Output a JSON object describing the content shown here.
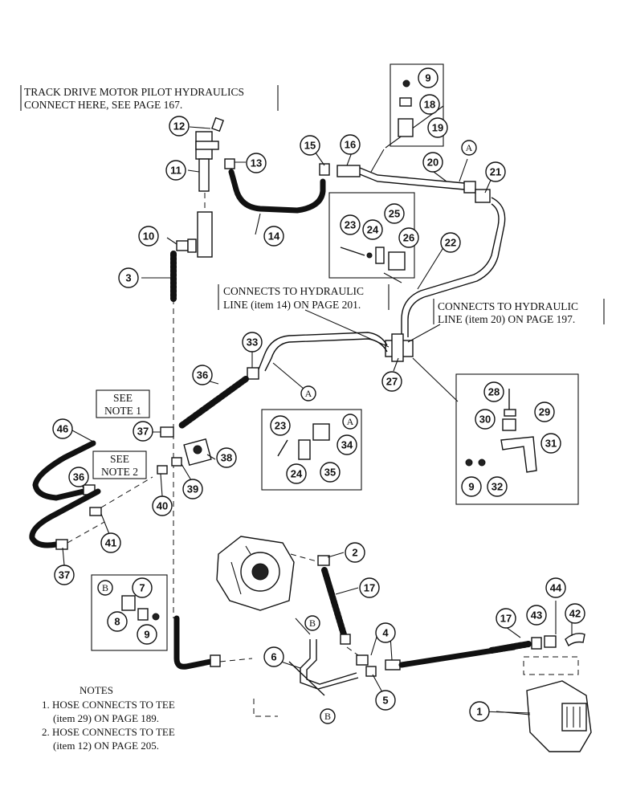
{
  "callouts": [
    {
      "id": "c9a",
      "text": "9"
    },
    {
      "id": "c18",
      "text": "18"
    },
    {
      "id": "c19",
      "text": "19"
    },
    {
      "id": "c12",
      "text": "12"
    },
    {
      "id": "c13",
      "text": "13"
    },
    {
      "id": "c11",
      "text": "11"
    },
    {
      "id": "c15",
      "text": "15"
    },
    {
      "id": "c16",
      "text": "16"
    },
    {
      "id": "c20",
      "text": "20"
    },
    {
      "id": "c21",
      "text": "21"
    },
    {
      "id": "c14",
      "text": "14"
    },
    {
      "id": "c10",
      "text": "10"
    },
    {
      "id": "c3",
      "text": "3"
    },
    {
      "id": "c23a",
      "text": "23"
    },
    {
      "id": "c24a",
      "text": "24"
    },
    {
      "id": "c25",
      "text": "25"
    },
    {
      "id": "c26",
      "text": "26"
    },
    {
      "id": "c22",
      "text": "22"
    },
    {
      "id": "c33",
      "text": "33"
    },
    {
      "id": "c27",
      "text": "27"
    },
    {
      "id": "c36a",
      "text": "36"
    },
    {
      "id": "c28",
      "text": "28"
    },
    {
      "id": "c29",
      "text": "29"
    },
    {
      "id": "c30",
      "text": "30"
    },
    {
      "id": "c31",
      "text": "31"
    },
    {
      "id": "c9c",
      "text": "9"
    },
    {
      "id": "c32",
      "text": "32"
    },
    {
      "id": "c46",
      "text": "46"
    },
    {
      "id": "c37a",
      "text": "37"
    },
    {
      "id": "c38",
      "text": "38"
    },
    {
      "id": "c23b",
      "text": "23"
    },
    {
      "id": "c34",
      "text": "34"
    },
    {
      "id": "c24b",
      "text": "24"
    },
    {
      "id": "c35",
      "text": "35"
    },
    {
      "id": "c36b",
      "text": "36"
    },
    {
      "id": "c39",
      "text": "39"
    },
    {
      "id": "c40",
      "text": "40"
    },
    {
      "id": "c41",
      "text": "41"
    },
    {
      "id": "c37b",
      "text": "37"
    },
    {
      "id": "c2",
      "text": "2"
    },
    {
      "id": "c17a",
      "text": "17"
    },
    {
      "id": "c7",
      "text": "7"
    },
    {
      "id": "c8",
      "text": "8"
    },
    {
      "id": "c9b",
      "text": "9"
    },
    {
      "id": "c44",
      "text": "44"
    },
    {
      "id": "c43",
      "text": "43"
    },
    {
      "id": "c42",
      "text": "42"
    },
    {
      "id": "c17b",
      "text": "17"
    },
    {
      "id": "c4",
      "text": "4"
    },
    {
      "id": "c6",
      "text": "6"
    },
    {
      "id": "c5",
      "text": "5"
    },
    {
      "id": "c1",
      "text": "1"
    }
  ],
  "letters": [
    {
      "id": "la1",
      "text": "A"
    },
    {
      "id": "la2",
      "text": "A"
    },
    {
      "id": "la3",
      "text": "A"
    },
    {
      "id": "lb1",
      "text": "B"
    },
    {
      "id": "lb2",
      "text": "B"
    },
    {
      "id": "lb3",
      "text": "B"
    }
  ],
  "labels": {
    "track_drive_1": "TRACK DRIVE MOTOR PILOT HYDRAULICS",
    "track_drive_2": "CONNECT HERE, SEE PAGE 167.",
    "connects_201_1": "CONNECTS TO HYDRAULIC",
    "connects_201_2": "LINE (item 14) ON PAGE 201.",
    "connects_197_1": "CONNECTS TO HYDRAULIC",
    "connects_197_2": "LINE (item 20) ON PAGE 197.",
    "see_note1_1": "SEE",
    "see_note1_2": "NOTE 1",
    "see_note2_1": "SEE",
    "see_note2_2": "NOTE 2"
  },
  "notes": {
    "title": "NOTES",
    "n1a": "1. HOSE CONNECTS TO TEE",
    "n1b": "(item 29) ON PAGE 189.",
    "n2a": "2. HOSE CONNECTS TO TEE",
    "n2b": "(item 12) ON PAGE 205."
  }
}
